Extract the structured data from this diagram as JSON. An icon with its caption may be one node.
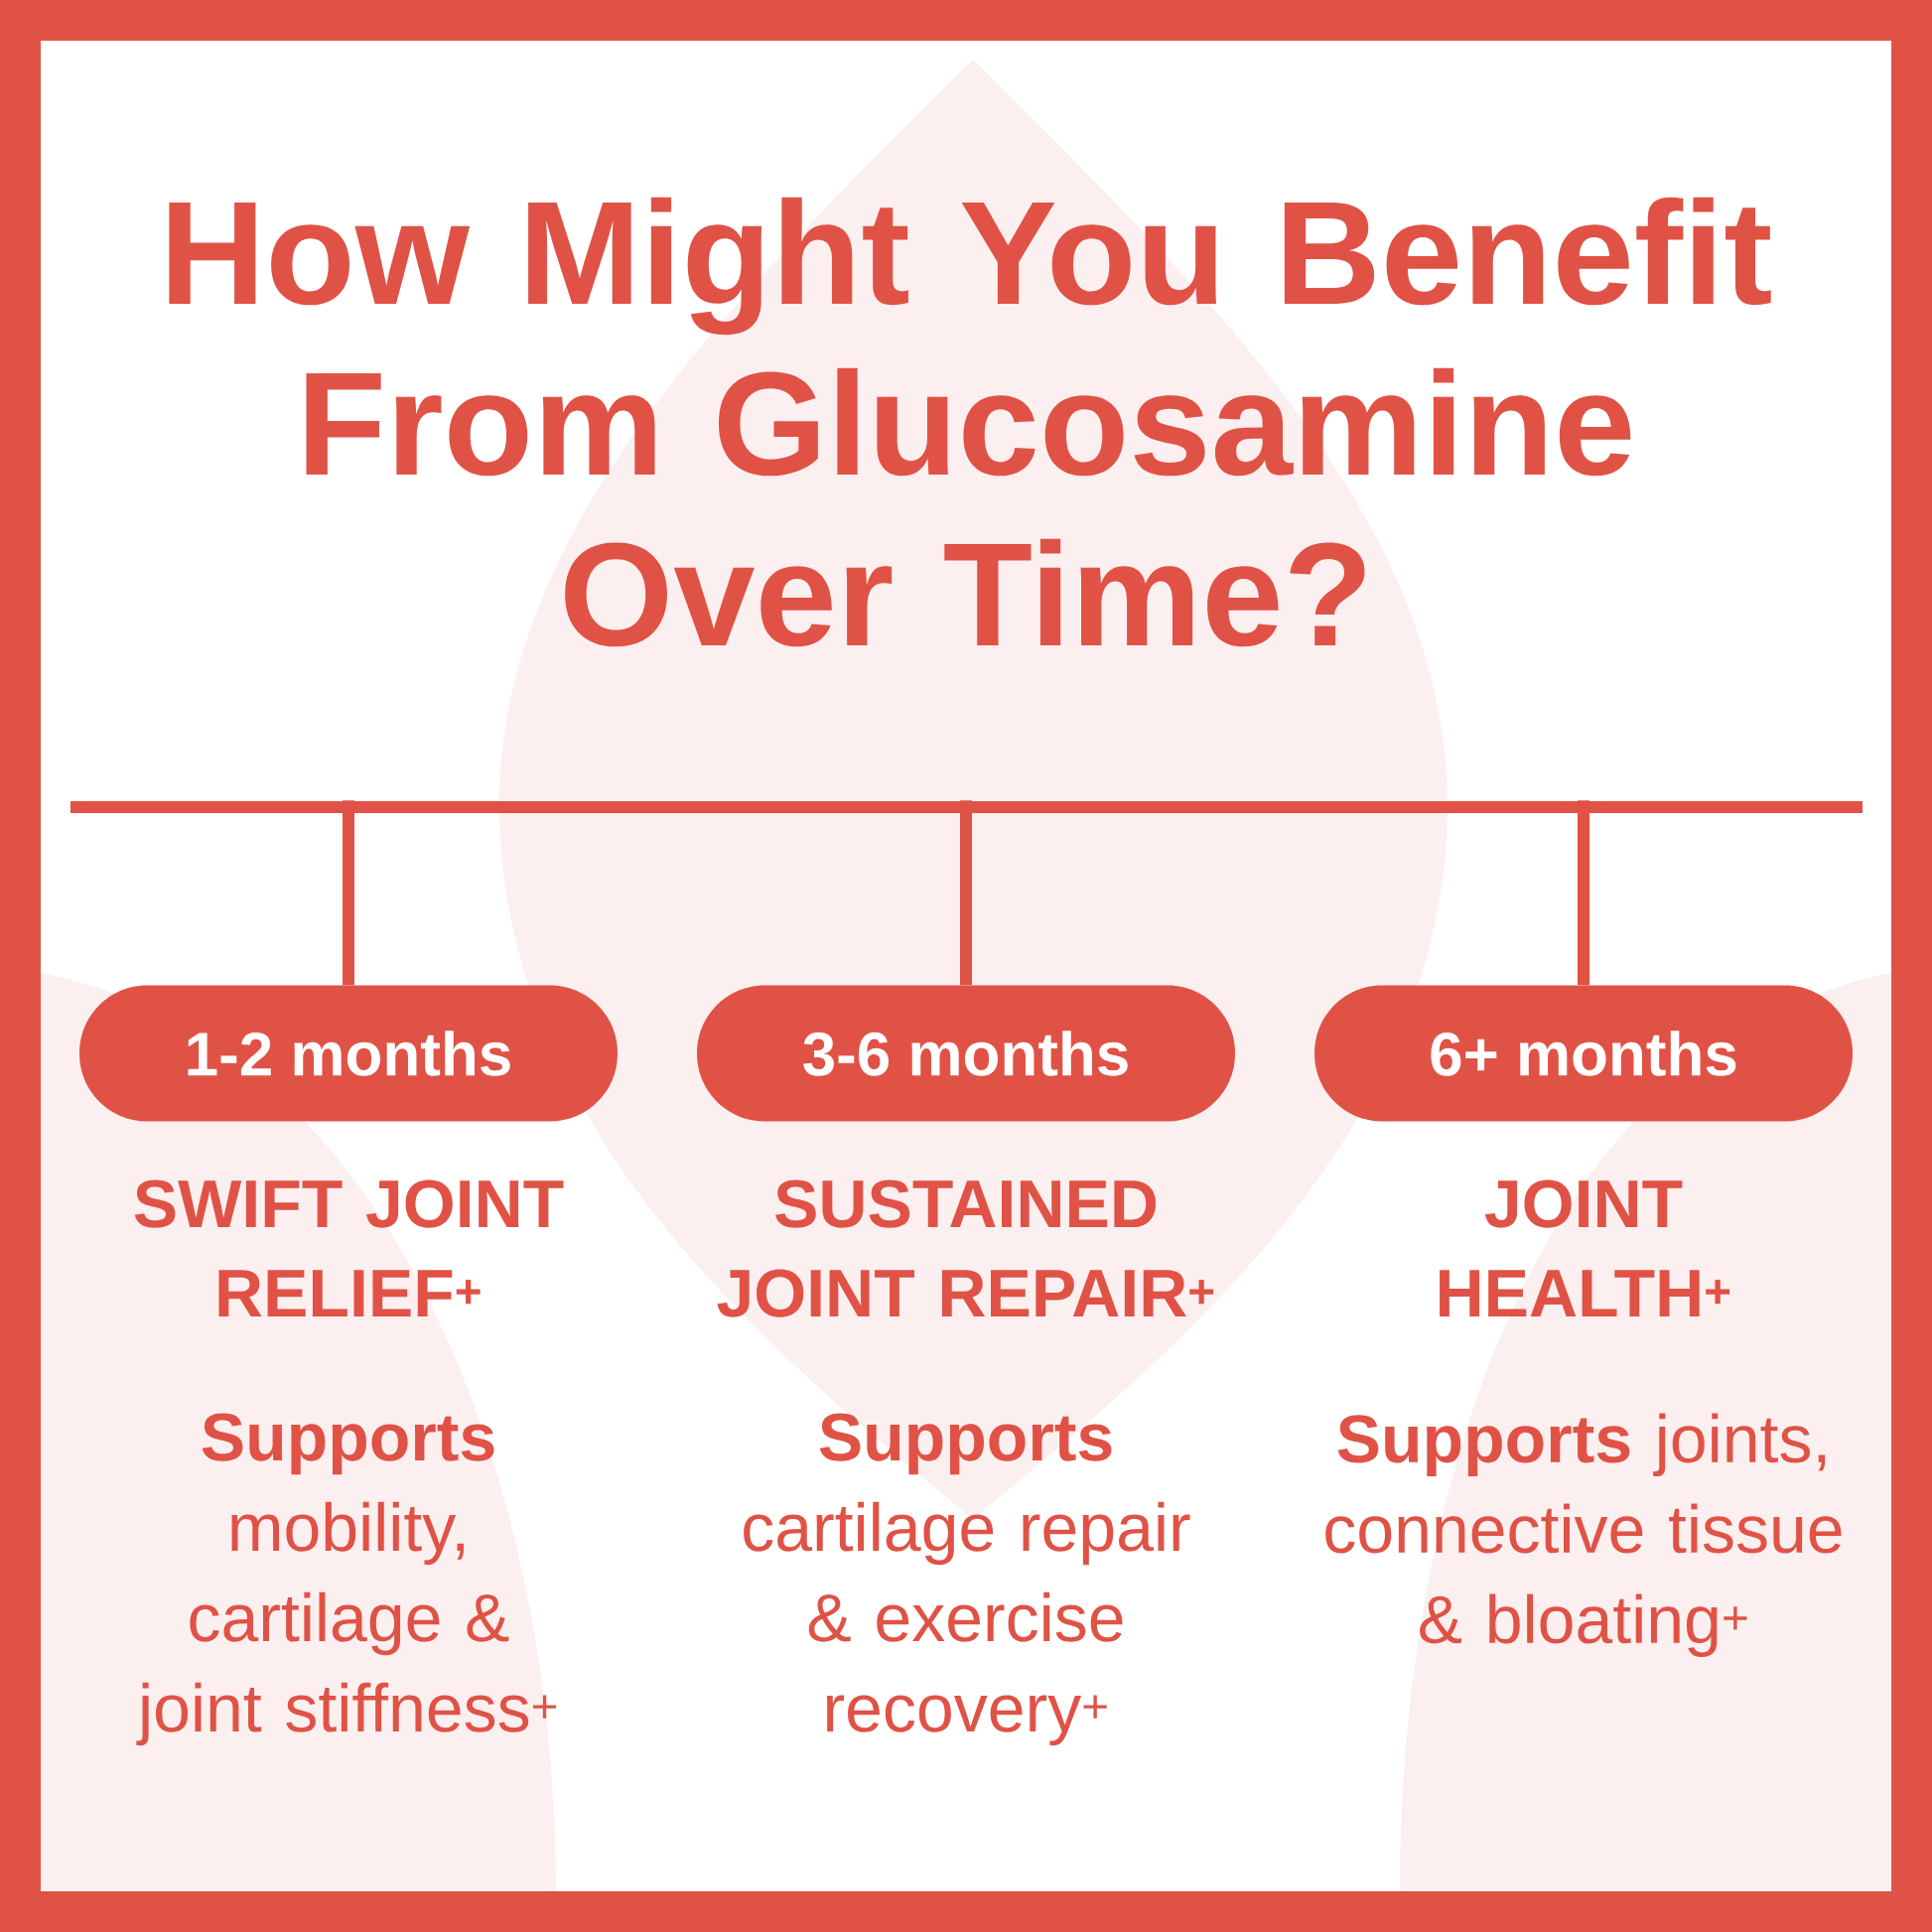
{
  "diagram": {
    "title": "How Might You Benefit From Glucosamine Over Time?",
    "nodes": [
      {
        "text": [
          "1-2 months"
        ],
        "beside": [
          "SWIFT JOINT RELIEF$^{+}$",
          "**Supports** mobility, cartilage & joint stiffness$^{+}$"
        ]
      },
      {
        "text": [
          "3-6 months"
        ],
        "beside": [
          "SUSTAINED JOINT REPAIR$^{+}$",
          "**Supports** cartilage repair & exercise recovery$^{+}$"
        ]
      },
      {
        "text": [
          "6+ months"
        ],
        "beside": [
          "JOINT HEALTH$^{+}$",
          "**Supports** joints, connective tissue & bloating$^{+}$"
        ]
      }
    ],
    "edges": [
      {
        "from": null,
        "to": 0,
        "arrow": "none"
      },
      {
        "from": null,
        "to": 1,
        "arrow": "none"
      },
      {
        "from": null,
        "to": 2,
        "arrow": "none"
      }
    ]
  }
}
